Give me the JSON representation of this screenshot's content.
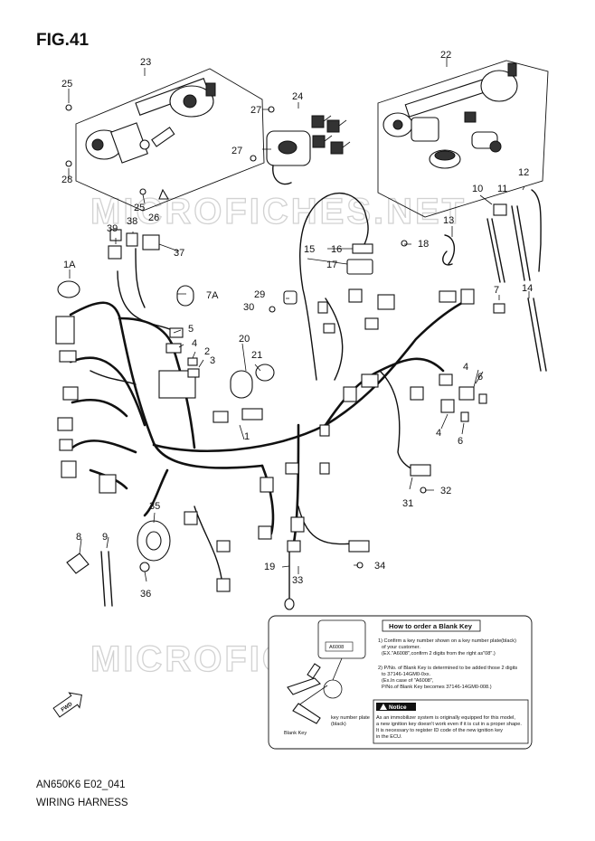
{
  "figure": {
    "title": "FIG.41",
    "model_code": "AN650K6 E02_041",
    "name": "WIRING HARNESS"
  },
  "watermark": "MICROFICHES.NET",
  "callouts": [
    {
      "id": "c1",
      "label": "1"
    },
    {
      "id": "c1a",
      "label": "1A"
    },
    {
      "id": "c2",
      "label": "2"
    },
    {
      "id": "c3",
      "label": "3"
    },
    {
      "id": "c4a",
      "label": "4"
    },
    {
      "id": "c4b",
      "label": "4"
    },
    {
      "id": "c4c",
      "label": "4"
    },
    {
      "id": "c5",
      "label": "5"
    },
    {
      "id": "c6a",
      "label": "6"
    },
    {
      "id": "c6b",
      "label": "6"
    },
    {
      "id": "c7",
      "label": "7"
    },
    {
      "id": "c7a",
      "label": "7A"
    },
    {
      "id": "c8",
      "label": "8"
    },
    {
      "id": "c9",
      "label": "9"
    },
    {
      "id": "c10",
      "label": "10"
    },
    {
      "id": "c11",
      "label": "11"
    },
    {
      "id": "c12",
      "label": "12"
    },
    {
      "id": "c13",
      "label": "13"
    },
    {
      "id": "c14",
      "label": "14"
    },
    {
      "id": "c15",
      "label": "15"
    },
    {
      "id": "c16",
      "label": "16"
    },
    {
      "id": "c17",
      "label": "17"
    },
    {
      "id": "c18",
      "label": "18"
    },
    {
      "id": "c19",
      "label": "19"
    },
    {
      "id": "c20",
      "label": "20"
    },
    {
      "id": "c21",
      "label": "21"
    },
    {
      "id": "c22",
      "label": "22"
    },
    {
      "id": "c23",
      "label": "23"
    },
    {
      "id": "c24",
      "label": "24"
    },
    {
      "id": "c25a",
      "label": "25"
    },
    {
      "id": "c25b",
      "label": "25"
    },
    {
      "id": "c26",
      "label": "26"
    },
    {
      "id": "c27a",
      "label": "27"
    },
    {
      "id": "c27b",
      "label": "27"
    },
    {
      "id": "c28",
      "label": "28"
    },
    {
      "id": "c29",
      "label": "29"
    },
    {
      "id": "c30",
      "label": "30"
    },
    {
      "id": "c31",
      "label": "31"
    },
    {
      "id": "c32",
      "label": "32"
    },
    {
      "id": "c33",
      "label": "33"
    },
    {
      "id": "c34",
      "label": "34"
    },
    {
      "id": "c35",
      "label": "35"
    },
    {
      "id": "c36",
      "label": "36"
    },
    {
      "id": "c37",
      "label": "37"
    },
    {
      "id": "c38",
      "label": "38"
    },
    {
      "id": "c39",
      "label": "39"
    }
  ],
  "blank_key_box": {
    "title": "How to order a Blank Key",
    "plate_code": "A6008",
    "step1": [
      "1) Confirm a key number shown on a key number plate(black)",
      "of your customer.",
      "(EX.\"A6008\",confirm 2 digits from the right as\"08\".)"
    ],
    "step2": [
      "2) P/No. of Blank Key is determined to be added those 2 digits",
      "to 37146-14GM0-0xx.",
      "(Ex.In case of \"A6008\",",
      "P/No.of Blank Key becomes 37146-14GM0-008.)"
    ],
    "notice_title": "Notice",
    "notice": [
      "As an immobilizer system is originally equipped for this model,",
      "a new ignition key doesn't work even if it is cut in a proper shape.",
      "It is necessary to register ID code of the new ignition key",
      "in the ECU."
    ],
    "label_key_plate": [
      "key number plate",
      "(black)"
    ],
    "label_blank_key": "Blank Key"
  },
  "fwd_label": "FWD"
}
